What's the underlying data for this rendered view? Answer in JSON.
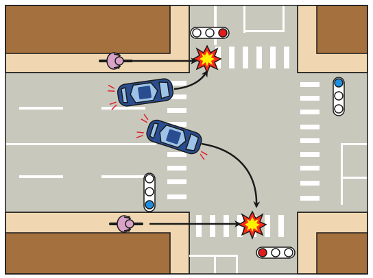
{
  "diagram": {
    "kind": "traffic-accident-illustration",
    "description_visible_text": ""
  },
  "colors": {
    "road": "#c8c8bd",
    "sidewalk": "#f0d7b1",
    "building": "#a4703e",
    "outline": "#1a1a1a",
    "marking": "#ffffff",
    "car_body": "#2a4d8f",
    "car_window": "#9ec3e8",
    "cyclist_shirt": "#d9a3c7",
    "crash_outer": "#ff2a1a",
    "crash_inner": "#fff200",
    "signal_red": "#e21b1b",
    "signal_blue": "#1f8fe0",
    "signal_off": "#ffffff",
    "brake_light": "#e0202a"
  },
  "elements": {
    "cyclists": [
      {
        "id": "cyclist-top",
        "direction": "east"
      },
      {
        "id": "cyclist-bottom",
        "direction": "east"
      }
    ],
    "cars": [
      {
        "id": "car-upper",
        "turn": "left",
        "brake_lights": true
      },
      {
        "id": "car-lower",
        "turn": "right",
        "brake_lights": true
      }
    ],
    "collisions": [
      {
        "id": "collision-top"
      },
      {
        "id": "collision-bottom"
      }
    ],
    "traffic_lights": [
      {
        "id": "signal-top",
        "lit": "red",
        "orientation": "horizontal"
      },
      {
        "id": "signal-right",
        "lit": "blue",
        "orientation": "vertical"
      },
      {
        "id": "signal-left",
        "lit": "blue",
        "orientation": "vertical"
      },
      {
        "id": "signal-bottom",
        "lit": "red",
        "orientation": "horizontal"
      }
    ]
  }
}
